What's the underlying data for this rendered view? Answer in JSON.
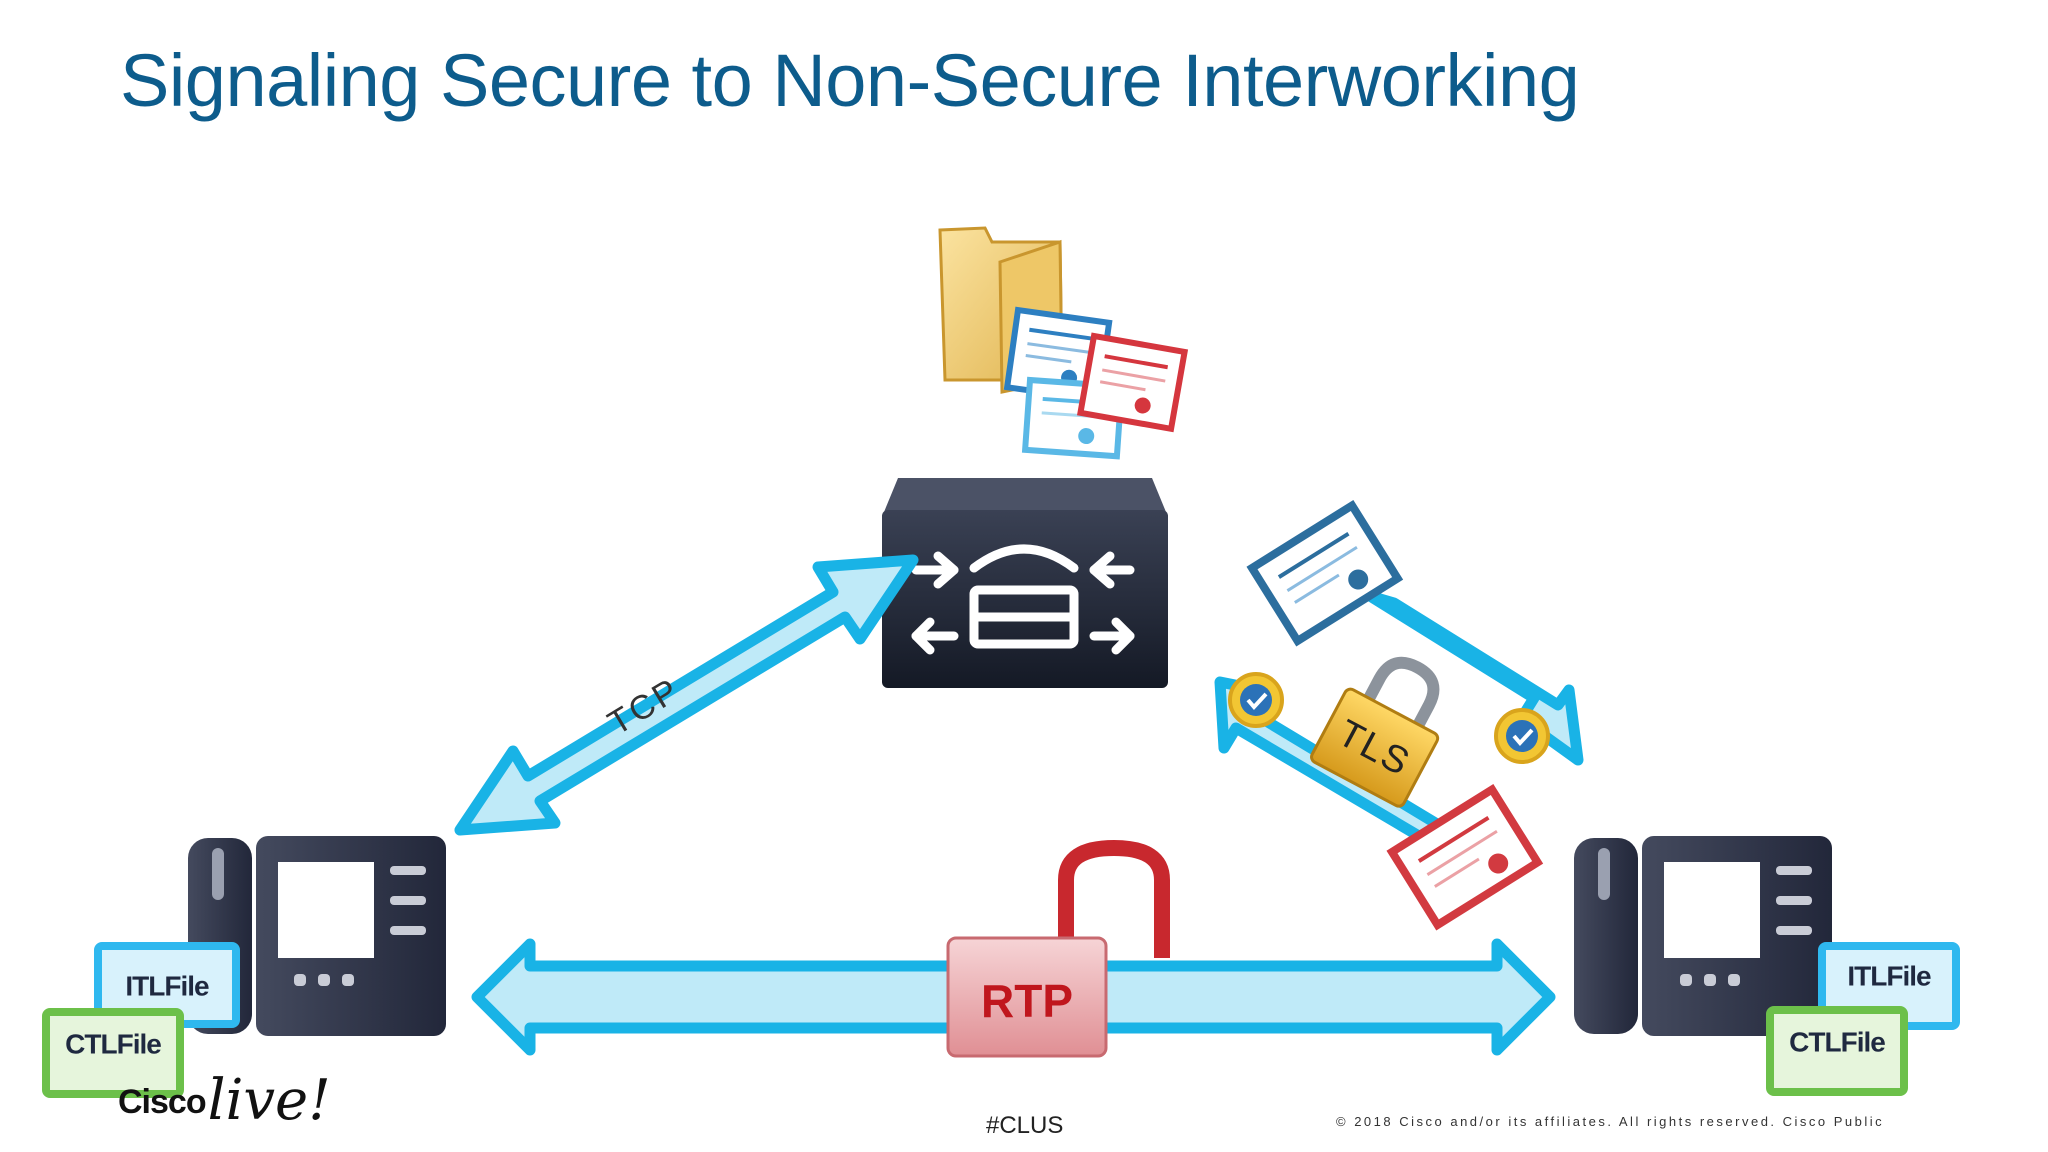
{
  "title": "Signaling Secure to Non-Secure Interworking",
  "links": {
    "tcp_label": "TCP",
    "tls_label": "TLS",
    "rtp_label": "RTP"
  },
  "files": {
    "itl_label": "ITLFile",
    "ctl_label": "CTLFile"
  },
  "footer": {
    "brand_cisco": "Cisco",
    "brand_live": "live!",
    "hashtag": "#CLUS",
    "copyright": "© 2018  Cisco and/or its affiliates. All rights reserved.   Cisco Public"
  },
  "colors": {
    "title": "#0d5c8c",
    "arrow_fill": "#bfeaf8",
    "arrow_stroke": "#19b3e6",
    "server": "#1f2533",
    "phone": "#2f3446",
    "itl_box": "#2fb8ef",
    "ctl_box": "#6cc04a",
    "rtp_lock": "#c8282e"
  },
  "icons": [
    "folder-icon",
    "certificate-icon",
    "call-manager-server-icon",
    "ip-phone-icon",
    "padlock-icon",
    "seal-icon"
  ]
}
